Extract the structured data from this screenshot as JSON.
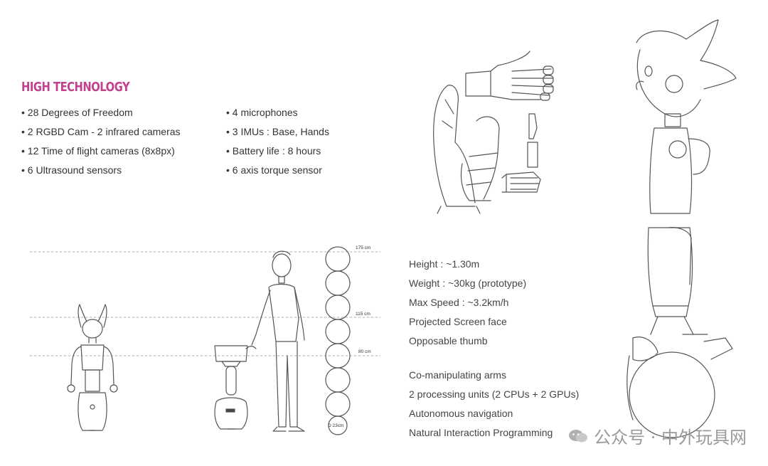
{
  "heading": "HIGH TECHNOLOGY",
  "accent_color": "#c2418f",
  "features_left": [
    "• 28 Degrees of Freedom",
    "• 2 RGBD Cam - 2 infrared cameras",
    "• 12 Time of flight cameras (8x8px)",
    "• 6 Ultrasound sensors"
  ],
  "features_right": [
    "• 4 microphones",
    "• 3 IMUs : Base, Hands",
    "• Battery life : 8 hours",
    "• 6 axis torque sensor"
  ],
  "specs_a": [
    "Height : ~1.30m",
    "Weight : ~30kg (prototype)",
    "Max Speed : ~3.2km/h",
    "Projected Screen face",
    "Opposable thumb"
  ],
  "specs_b": [
    "Co-manipulating arms",
    "2 processing units (2 CPUs + 2 GPUs)",
    "Autonomous navigation",
    "Natural Interaction Programming"
  ],
  "scale_labels": {
    "h175": "175 cm",
    "h115": "115 cm",
    "h80": "80 cm",
    "diameter": "D 23cm"
  },
  "watermark": {
    "text": "公众号 · 中外玩具网",
    "icon": "wechat-icon"
  }
}
